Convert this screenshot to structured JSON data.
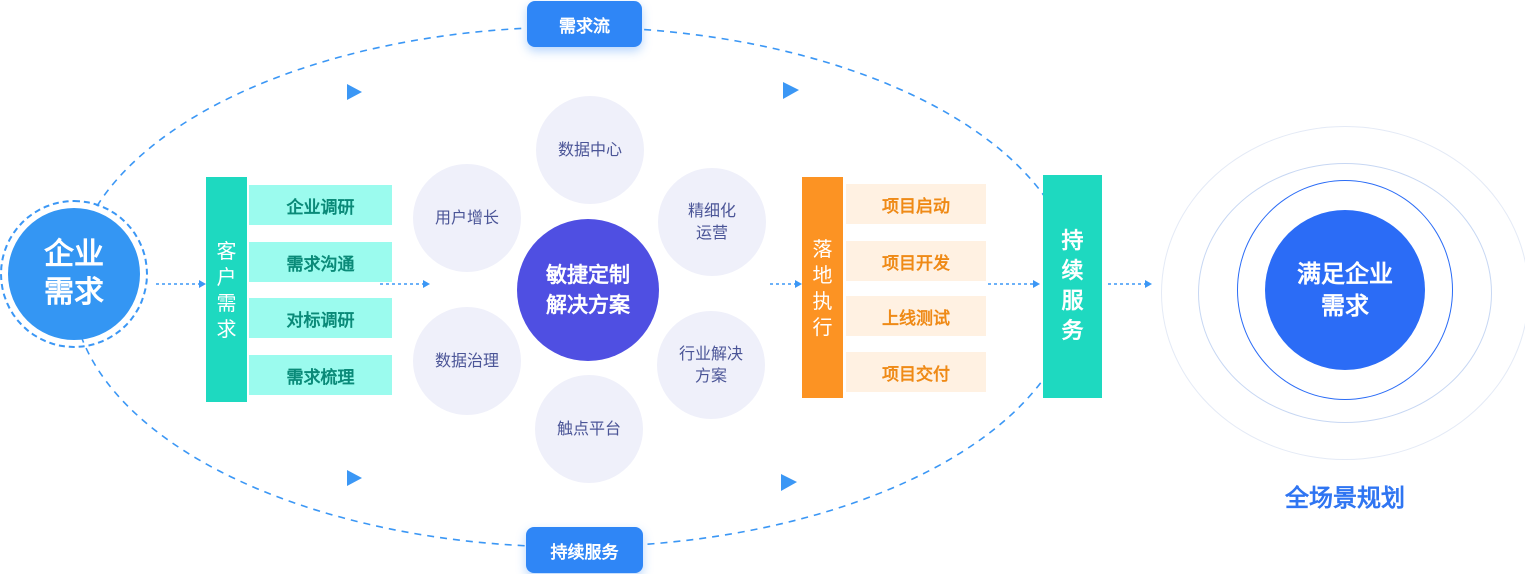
{
  "top_pill": "需求流",
  "bottom_pill": "持续服务",
  "start": {
    "line1": "企业",
    "line2": "需求"
  },
  "customer": {
    "bar_label": [
      "客",
      "户",
      "需",
      "求"
    ],
    "items": [
      "企业调研",
      "需求沟通",
      "对标调研",
      "需求梳理"
    ]
  },
  "center": {
    "line1": "敏捷定制",
    "line2": "解决方案"
  },
  "bubbles": {
    "top": [
      "数据中心"
    ],
    "top_left": [
      "用户增长"
    ],
    "top_right": [
      "精细化",
      "运营"
    ],
    "bottom_left": [
      "数据治理"
    ],
    "bottom_right": [
      "行业解决",
      "方案"
    ],
    "bottom": [
      "触点平台"
    ]
  },
  "execution": {
    "bar_label": [
      "落",
      "地",
      "执",
      "行"
    ],
    "items": [
      "项目启动",
      "项目开发",
      "上线测试",
      "项目交付"
    ]
  },
  "service": {
    "bar_label": [
      "持",
      "续",
      "服",
      "务"
    ]
  },
  "goal": {
    "line1": "满足企业",
    "line2": "需求",
    "title": "全场景规划"
  },
  "colors": {
    "blue": "#2f86f6",
    "teal": "#1ed9c0",
    "orange": "#fc9323",
    "purple": "#4f4fe2",
    "goal_blue": "#2b6cf6"
  }
}
